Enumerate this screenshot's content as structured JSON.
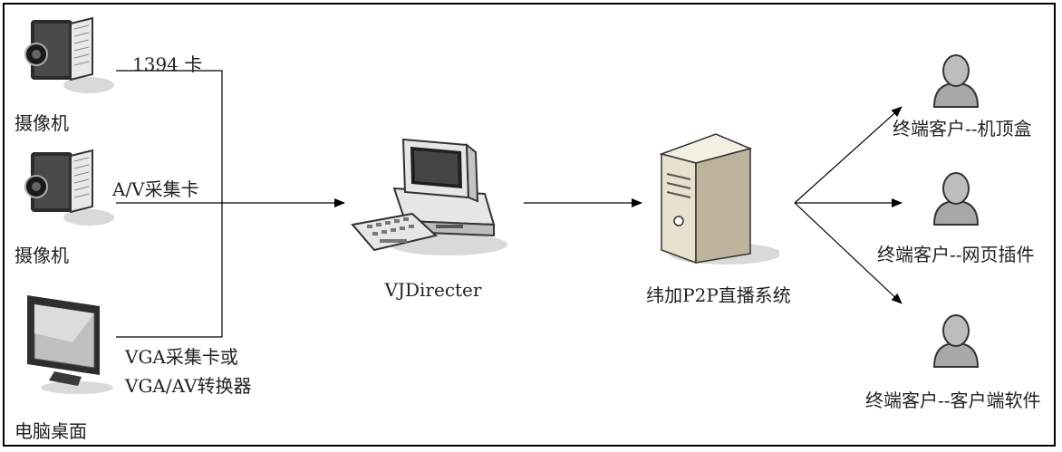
{
  "diagram": {
    "sources": [
      {
        "label": "摄像机",
        "icon": "camcorder-icon"
      },
      {
        "label": "摄像机",
        "icon": "camcorder-icon"
      },
      {
        "label": "电脑桌面",
        "icon": "monitor-icon"
      }
    ],
    "links": {
      "card_1394": "1394 卡",
      "av_card": "A/V采集卡",
      "vga_line1": "VGA采集卡或",
      "vga_line2": "VGA/AV转换器"
    },
    "center": {
      "label": "VJDirecter",
      "icon": "desktop-computer-icon"
    },
    "server": {
      "label": "纬加P2P直播系统",
      "icon": "server-tower-icon"
    },
    "clients": [
      {
        "label": "终端客户--机顶盒",
        "icon": "user-icon"
      },
      {
        "label": "终端客户--网页插件",
        "icon": "user-icon"
      },
      {
        "label": "终端客户--客户端软件",
        "icon": "user-icon"
      }
    ]
  }
}
